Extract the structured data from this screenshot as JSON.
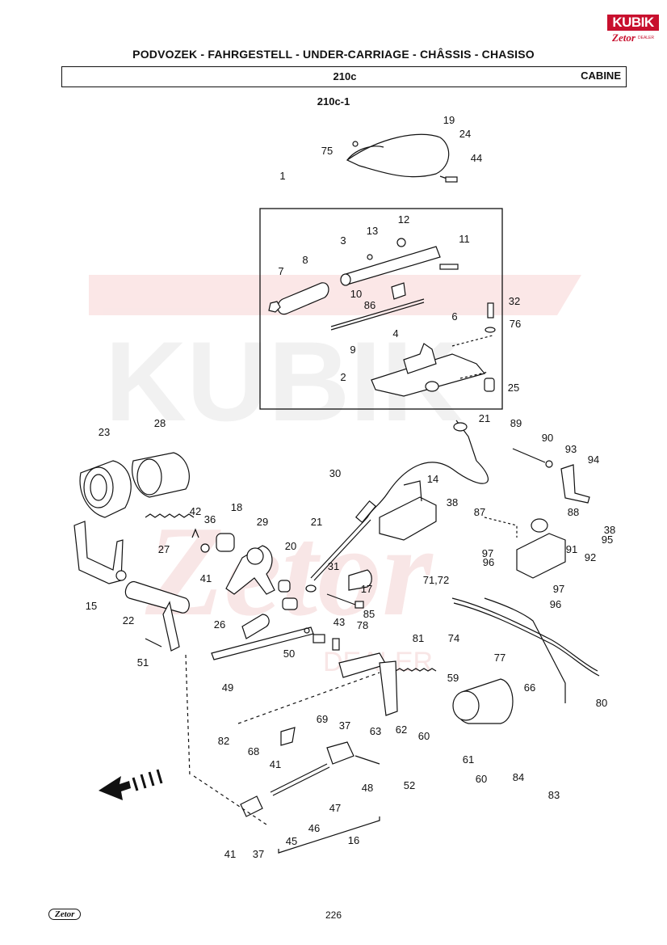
{
  "header": {
    "logo_brand": "KUBIK",
    "logo_sub": "Zetor",
    "logo_dealer": "DEALER",
    "title": "PODVOZEK - FAHRGESTELL - UNDER-CARRIAGE - CHÂSSIS - CHASISO"
  },
  "section": {
    "code": "210c",
    "name": "CABINE",
    "subcode": "210c-1"
  },
  "watermark": {
    "text": "KUBIK",
    "subtext": "Zetor",
    "dealer": "DEALER"
  },
  "callouts": [
    "19",
    "24",
    "75",
    "44",
    "1",
    "12",
    "13",
    "3",
    "11",
    "8",
    "7",
    "10",
    "86",
    "6",
    "4",
    "32",
    "76",
    "9",
    "2",
    "25",
    "21",
    "89",
    "90",
    "93",
    "94",
    "23",
    "28",
    "30",
    "14",
    "38",
    "87",
    "88",
    "42",
    "36",
    "18",
    "29",
    "21",
    "38",
    "95",
    "27",
    "97",
    "91",
    "92",
    "20",
    "31",
    "96",
    "71,72",
    "97",
    "41",
    "17",
    "15",
    "22",
    "96",
    "85",
    "26",
    "43",
    "78",
    "81",
    "74",
    "50",
    "51",
    "77",
    "59",
    "49",
    "66",
    "80",
    "62",
    "60",
    "63",
    "69",
    "37",
    "82",
    "68",
    "41",
    "61",
    "60",
    "84",
    "83",
    "48",
    "52",
    "47",
    "46",
    "16",
    "45",
    "41",
    "37"
  ],
  "footer": {
    "logo": "Zetor",
    "page": "226"
  },
  "colors": {
    "line": "#111111",
    "watermark": "#f2c4c4",
    "watermark_gray": "#e8e8e8",
    "brand": "#c8102e"
  }
}
